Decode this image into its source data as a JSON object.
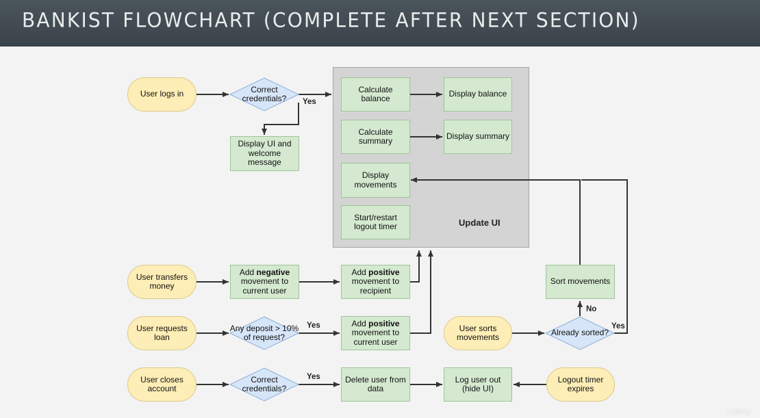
{
  "header": {
    "title": "BANKIST FLOWCHART (COMPLETE AFTER NEXT SECTION)"
  },
  "group": {
    "label": "Update UI"
  },
  "nodes": {
    "login": "User logs in",
    "cred1": "Correct\ncredentials?",
    "welcome": "Display UI and\nwelcome\nmessage",
    "calc_balance": "Calculate\nbalance",
    "disp_balance": "Display balance",
    "calc_summary": "Calculate\nsummary",
    "disp_summary": "Display summary",
    "disp_movements": "Display\nmovements",
    "timer": "Start/restart\nlogout timer",
    "transfer": "User transfers\nmoney",
    "add_neg_pre": "Add ",
    "add_neg_bold": "negative",
    "add_neg_post": "\nmovement to\ncurrent user",
    "add_pos_recipient_pre": "Add ",
    "add_pos_recipient_bold": "positive",
    "add_pos_recipient_post": "\nmovement to\nrecipient",
    "loan": "User requests\nloan",
    "deposit_check": "Any deposit > 10%\nof request?",
    "add_pos_current_pre": "Add ",
    "add_pos_current_bold": "positive",
    "add_pos_current_post": "\nmovement to\ncurrent user",
    "sort_user": "User sorts\nmovements",
    "sorted_check": "Already sorted?",
    "sort_movements": "Sort movements",
    "close": "User closes\naccount",
    "cred2": "Correct\ncredentials?",
    "delete": "Delete user from\ndata",
    "logout": "Log user out\n(hide UI)",
    "timer_expires": "Logout timer\nexpires"
  },
  "edge_labels": {
    "yes1": "Yes",
    "yes_loan": "Yes",
    "yes_close": "Yes",
    "yes_sorted": "Yes",
    "no_sorted": "No"
  },
  "watermark": "Udemy",
  "colors": {
    "terminal_fill": "#fdedb6",
    "process_fill": "#d4e9d0",
    "decision_fill": "#d6e5f8",
    "group_fill": "#d4d4d4",
    "header_bg": "#434d53"
  }
}
